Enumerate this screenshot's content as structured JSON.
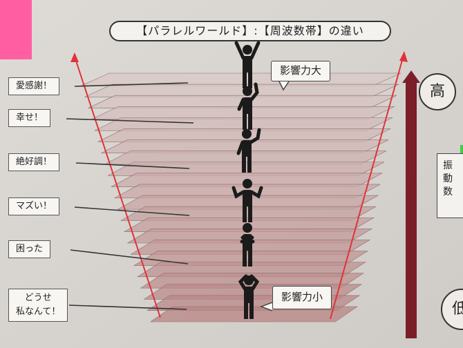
{
  "title": "【パラレルワールド】:【周波数帯】の違い",
  "levels": [
    {
      "label": "愛感謝！"
    },
    {
      "label": "幸せ！"
    },
    {
      "label": "絶好調！"
    },
    {
      "label": "マズい！"
    },
    {
      "label": "困った"
    },
    {
      "label_line1": "どうせ",
      "label_line2": "私なんて！"
    }
  ],
  "callouts": {
    "top": "影響力大",
    "bottom": "影響力小"
  },
  "side": {
    "high": "高",
    "vibration": [
      "振",
      "動",
      "数"
    ],
    "low_partial": "低"
  },
  "colors": {
    "layer_top": "#d9c8c6",
    "layer_bottom": "#b88584",
    "funnel_line": "#e0323a",
    "arrow": "#7a1f2a",
    "sticky_note": "#ff5fa2",
    "figure": "#1b1b1b"
  }
}
